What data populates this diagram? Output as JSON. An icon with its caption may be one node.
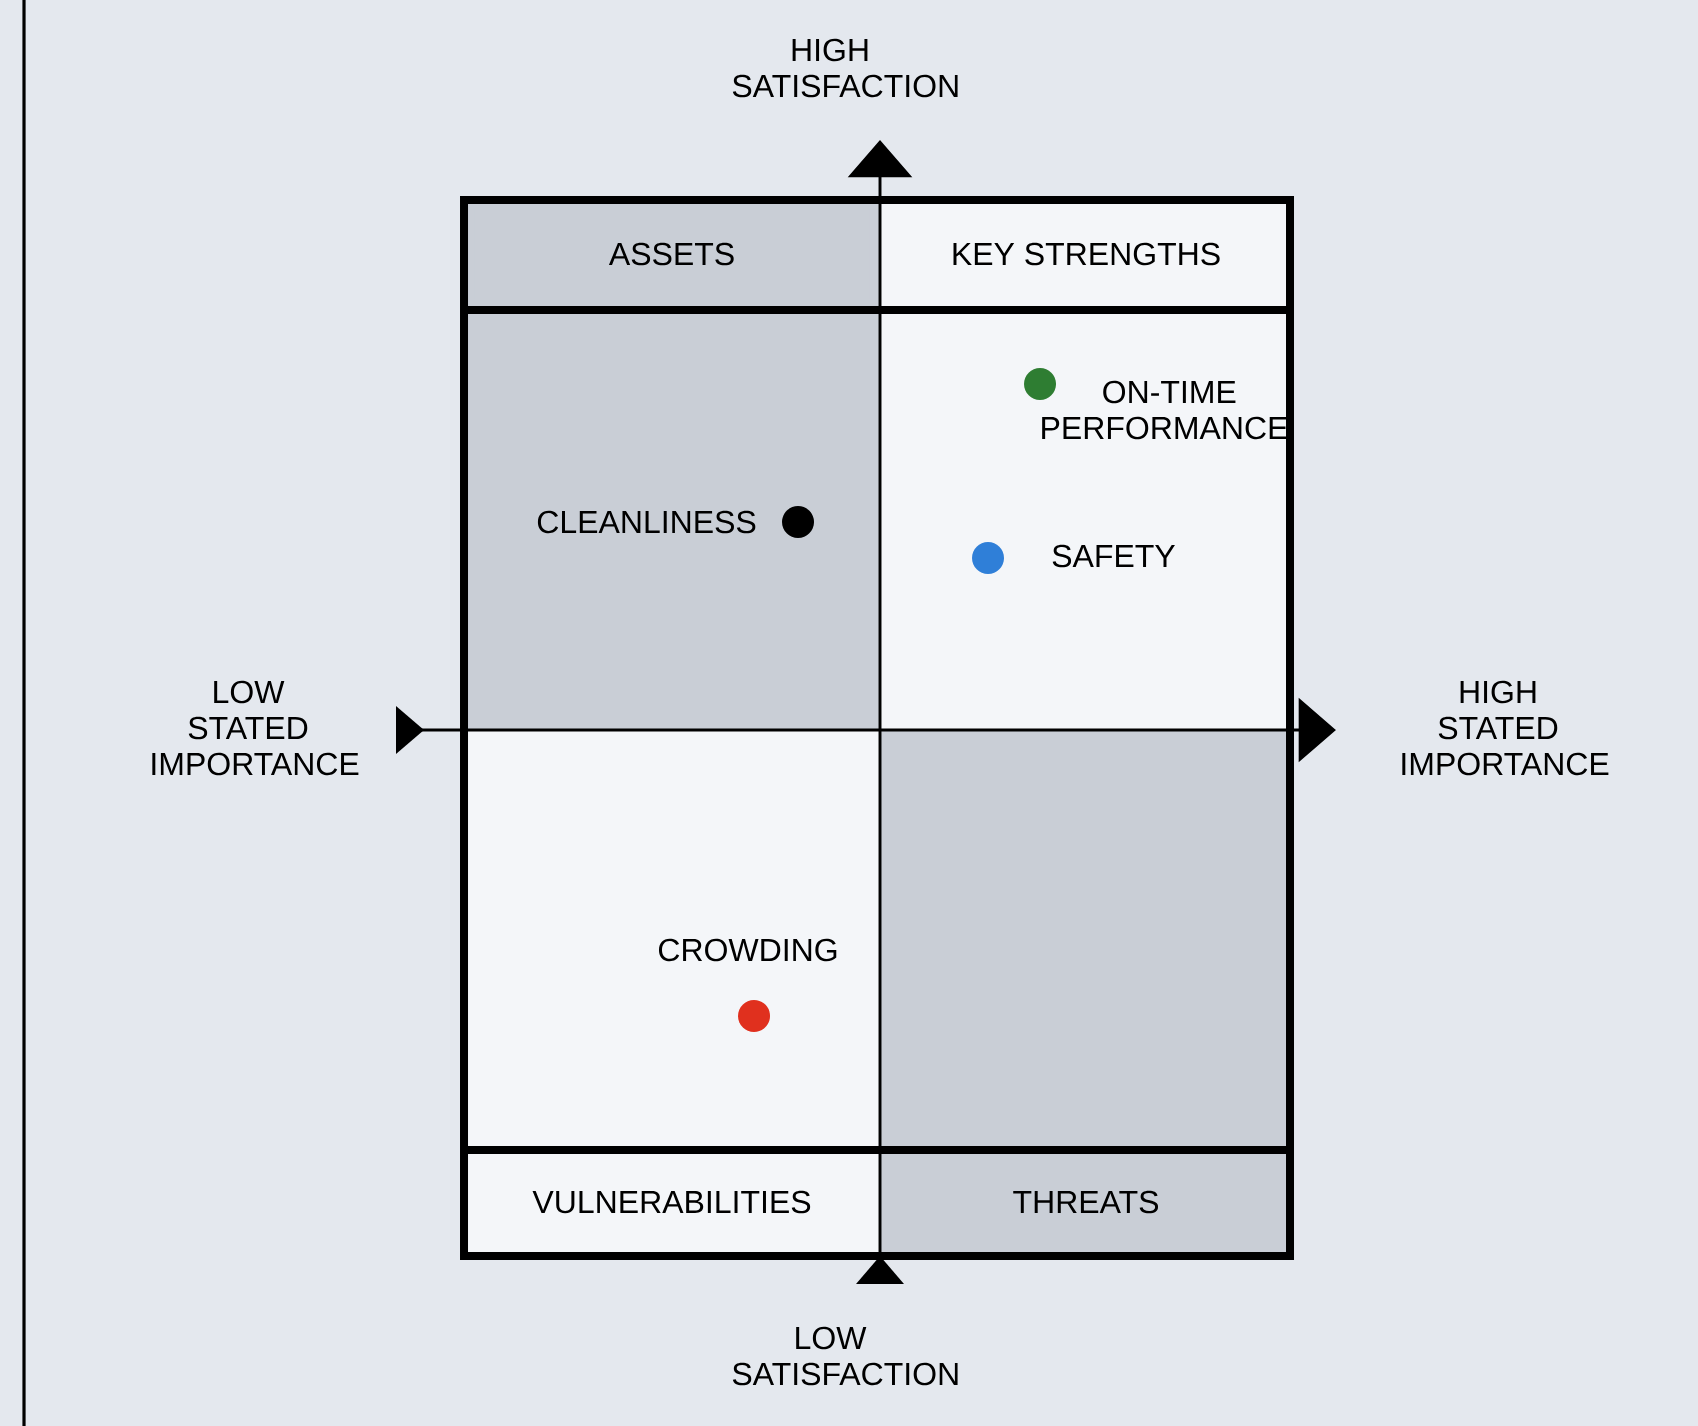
{
  "diagram": {
    "nodes": [
      {
        "text": [
          "ASSETS"
        ]
      },
      {
        "text": [
          "KEY STRENGTHS"
        ]
      },
      {
        "text": [
          "ON-TIME PERFORMANCE"
        ]
      },
      {
        "text": [
          "CLEANLINESS"
        ]
      },
      {
        "text": [
          "SAFETY"
        ]
      },
      {
        "text": [
          "CROWDING"
        ]
      },
      {
        "text": [
          "VULNERABILITIES"
        ]
      },
      {
        "text": [
          "THREATS"
        ]
      }
    ],
    "labels": [
      "HIGH SATISFACTION",
      "LOW STATED IMPORTANCE",
      "HIGH STATED IMPORTANCE",
      "LOW SATISFACTION"
    ]
  }
}
